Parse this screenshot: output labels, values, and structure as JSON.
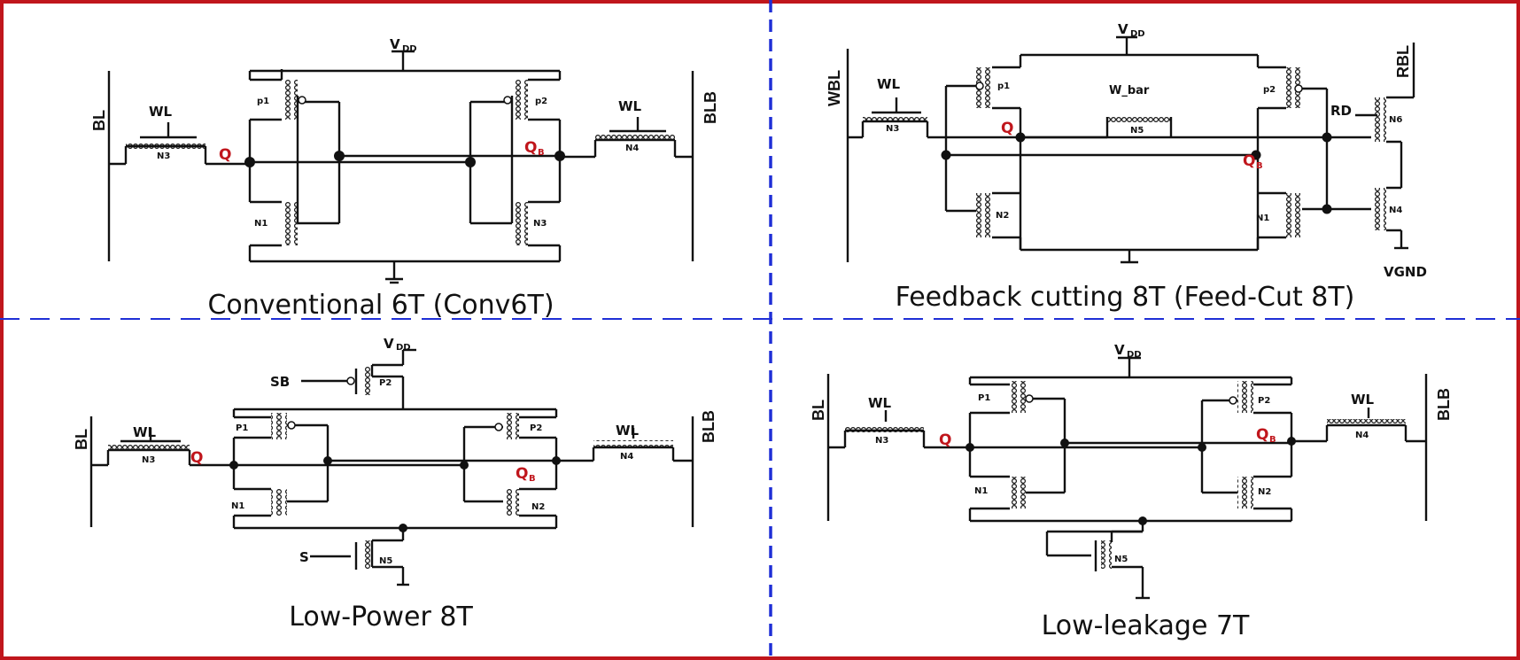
{
  "panels": [
    {
      "caption": "Conventional 6T (Conv6T)",
      "labels": {
        "vdd": "V",
        "vdd_sub": "DD",
        "bl": "BL",
        "blb": "BLB",
        "wl_left": "WL",
        "wl_right": "WL",
        "p1": "p1",
        "p2": "p2",
        "n1": "N1",
        "n3_right": "N3",
        "n3_access": "N3",
        "n4_access": "N4",
        "q": "Q",
        "qb": "Q",
        "qb_sub": "B"
      }
    },
    {
      "caption": "Feedback cutting 8T (Feed-Cut 8T)",
      "labels": {
        "vdd": "V",
        "vdd_sub": "DD",
        "wbl": "WBL",
        "rbl": "RBL",
        "wl": "WL",
        "w_bar": "W_bar",
        "p1": "p1",
        "p2": "p2",
        "n1": "N1",
        "n2": "N2",
        "n3": "N3",
        "n4": "N4",
        "n5": "N5",
        "n6": "N6",
        "rd": "RD",
        "vgnd": "VGND",
        "q": "Q",
        "qb": "Q",
        "qb_sub": "B"
      }
    },
    {
      "caption": "Low-Power 8T",
      "labels": {
        "vdd": "V",
        "vdd_sub": "DD",
        "sb": "SB",
        "s": "S",
        "bl": "BL",
        "blb": "BLB",
        "wl_left": "WL",
        "wl_right": "WL",
        "p1": "P1",
        "p2": "P2",
        "p2_top": "P2",
        "n1": "N1",
        "n2": "N2",
        "n3": "N3",
        "n4": "N4",
        "n5": "N5",
        "q": "Q",
        "qb": "Q",
        "qb_sub": "B"
      }
    },
    {
      "caption": "Low-leakage 7T",
      "labels": {
        "vdd": "V",
        "vdd_sub": "DD",
        "bl": "BL",
        "blb": "BLB",
        "wl_left": "WL",
        "wl_right": "WL",
        "p1": "P1",
        "p2": "P2",
        "n1": "N1",
        "n2": "N2",
        "n3": "N3",
        "n4": "N4",
        "n5": "N5",
        "q": "Q",
        "qb": "Q",
        "qb_sub": "B"
      }
    }
  ],
  "colors": {
    "frame": "#c0161c",
    "divider": "#1f2fd6",
    "wire": "#111111",
    "node_label": "#c0161c"
  }
}
